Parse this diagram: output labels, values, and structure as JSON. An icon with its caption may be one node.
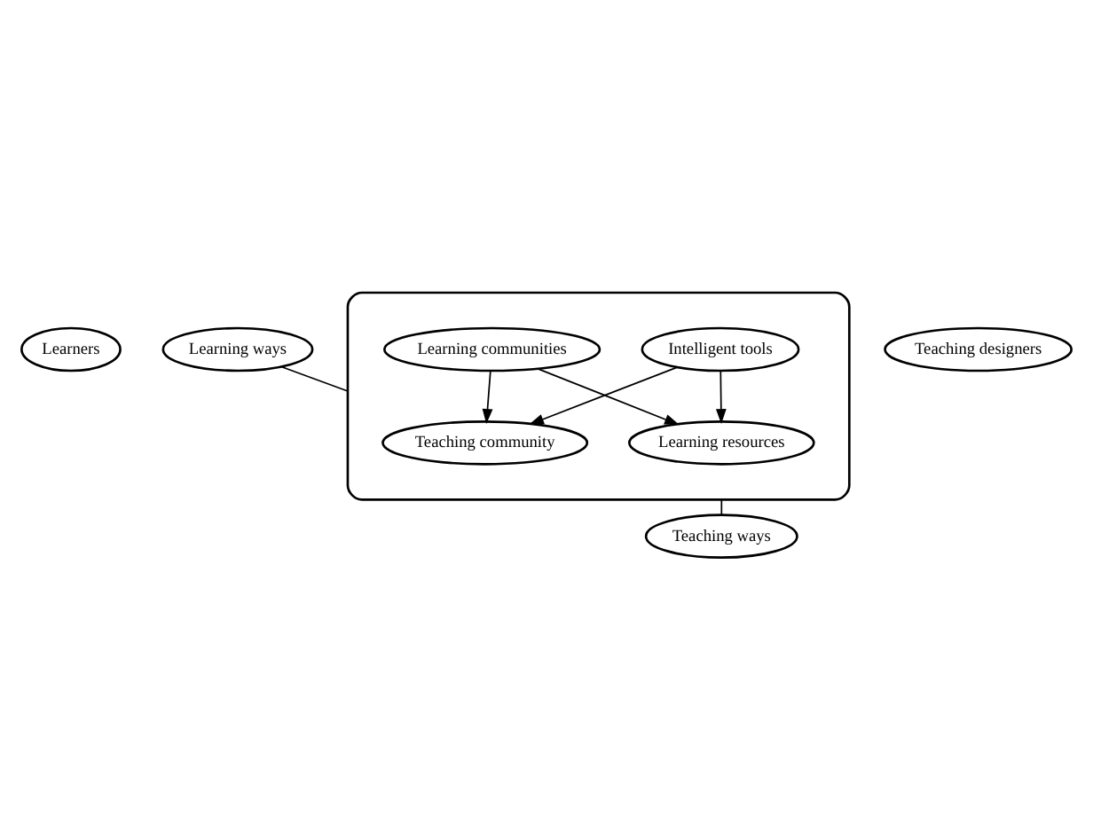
{
  "diagram": {
    "nodes": [
      {
        "text": [
          "Learners"
        ]
      },
      {
        "text": [
          "Learning ways"
        ]
      },
      {
        "text": [],
        "shape": "ellipse"
      },
      {
        "text": [
          "Teaching community"
        ],
        "in": 2
      },
      {
        "text": [
          "Intelligent tools"
        ],
        "in": 2
      },
      {
        "text": [
          "Learning communities"
        ],
        "in": 2
      },
      {
        "text": [
          "Learning resources"
        ],
        "in": 2
      },
      {
        "text": [
          "Teaching ways"
        ]
      },
      {
        "text": [
          "Teaching designers"
        ]
      }
    ],
    "edges": [
      {
        "from": 1,
        "to": 2,
        "arrow": "none"
      },
      {
        "from": 4,
        "to": 3,
        "arrow": "to"
      },
      {
        "from": 5,
        "to": 3,
        "arrow": "to"
      },
      {
        "from": 4,
        "to": 6,
        "arrow": "to"
      },
      {
        "from": 5,
        "to": 6,
        "arrow": "to"
      },
      {
        "from": 2,
        "to": 7,
        "arrow": "none"
      }
    ]
  }
}
